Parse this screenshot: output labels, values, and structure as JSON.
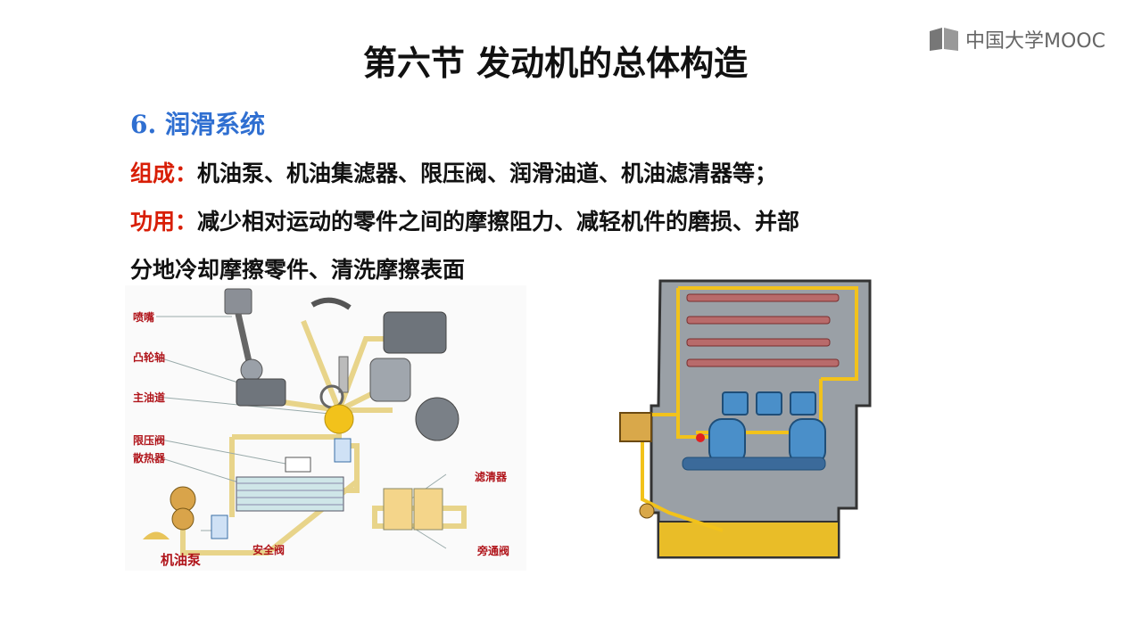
{
  "logo": {
    "text": "中国大学MOOC"
  },
  "title": "第六节 发动机的总体构造",
  "section": "6. 润滑系统",
  "composition": {
    "label": "组成：",
    "text": "机油泵、机油集滤器、限压阀、润滑油道、机油滤清器等；"
  },
  "function": {
    "label": "功用：",
    "text": "减少相对运动的零件之间的摩擦阻力、减轻机件的磨损、并部",
    "text2": "分地冷却摩擦零件、清洗摩擦表面"
  },
  "left_diagram": {
    "labels": {
      "nozzle": "喷嘴",
      "camshaft": "凸轮轴",
      "main_gallery": "主油道",
      "relief_valve": "限压阀",
      "radiator": "散热器",
      "filter": "滤清器",
      "oil_pump": "机油泵",
      "safety_valve": "安全阀",
      "bypass_valve": "旁通阀"
    }
  },
  "colors": {
    "accent_blue": "#2f6fd1",
    "label_red": "#d81e06",
    "oil_yellow": "#f2c21b",
    "caption_red": "#b0141a"
  }
}
